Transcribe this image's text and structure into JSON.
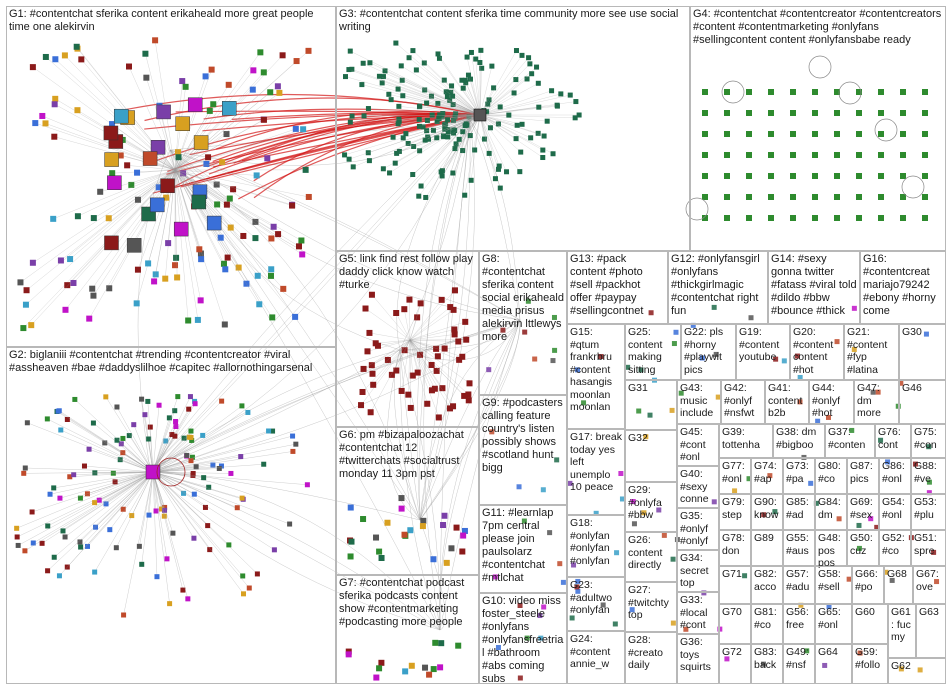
{
  "groups": [
    {
      "id": "G1",
      "label": "G1: #contentchat sferika content erikaheald more great people time one alekirvin"
    },
    {
      "id": "G2",
      "label": "G2: biglaniii #contentchat #trending #contentcreator #viral #assheaven #bae #daddyslilhoe #capitec #allornothingarsenal"
    },
    {
      "id": "G3",
      "label": "G3: #contentchat content sferika time community more see use social writing"
    },
    {
      "id": "G4",
      "label": "G4: #contentchat #contentcreator #contentcreators #content #contentmarketing #onlyfans #sellingcontent content #onlyfansbabe ready"
    },
    {
      "id": "G5",
      "label": "G5: link find rest follow play daddy click know watch #turke"
    },
    {
      "id": "G6",
      "label": "G6: pm #bizapaloozachat #contentchat 12 #twitterchats #socialtrust monday 11 3pm pst"
    },
    {
      "id": "G7",
      "label": "G7: #contentchat podcast sferika podcasts content show #contentmarketing #podcasting more people"
    },
    {
      "id": "G8",
      "label": "G8: #contentchat sferika content social erikaheald media prisus alekirvin lttlewys more"
    },
    {
      "id": "G9",
      "label": "G9: #podcasters calling feature country's listen possibly shows #scotland hunt bigg"
    },
    {
      "id": "G10",
      "label": "G10: video miss foster_steele #onlyfans #onlyfansfreetrial #bathroom #abs coming subs"
    },
    {
      "id": "G11",
      "label": "G11: #learnlap 7pm central please join paulsolarz #contentchat #mtlchat"
    },
    {
      "id": "G12",
      "label": "G12: #onlyfansgirl #onlyfans #thickgirlmagic #contentchat right fun"
    },
    {
      "id": "G13",
      "label": "G13: #pack content #photo #sell #packhot offer #paypay #sellingcontnet"
    },
    {
      "id": "G14",
      "label": "G14: #sexy gonna twitter #fatass #viral told #dildo #bbw #bounce #thick"
    },
    {
      "id": "G15",
      "label": "G15: #qtum frankrbru #content hasangis moonlan moonlan"
    },
    {
      "id": "G16",
      "label": "G16: #contentcreat mariajo79242 #ebony #horny come"
    },
    {
      "id": "G17",
      "label": "G17: break today yes left unemplo 10 peace"
    },
    {
      "id": "G18",
      "label": "G18: #onlyfan #onlyfan #onlyfan"
    },
    {
      "id": "G19",
      "label": "G19: #content youtube"
    },
    {
      "id": "G20",
      "label": "G20: #content content #hot"
    },
    {
      "id": "G21",
      "label": "G21: #content #fyp #latina"
    },
    {
      "id": "G22",
      "label": "G22: pls #horny #playwit pics"
    },
    {
      "id": "G23",
      "label": "G23: #adultwo #onlyfan"
    },
    {
      "id": "G24",
      "label": "G24: #content annie_w"
    },
    {
      "id": "G25",
      "label": "G25: content making sitting"
    },
    {
      "id": "G26",
      "label": "G26: content directly"
    },
    {
      "id": "G27",
      "label": "G27: #twitchty top"
    },
    {
      "id": "G28",
      "label": "G28: #creato daily"
    },
    {
      "id": "G29",
      "label": "G29: #onlyfa #bbw"
    },
    {
      "id": "G30",
      "label": "G30"
    },
    {
      "id": "G31",
      "label": "G31"
    },
    {
      "id": "G32",
      "label": "G32"
    },
    {
      "id": "G33",
      "label": "G33: #local #cont"
    },
    {
      "id": "G34",
      "label": "G34: secret top"
    },
    {
      "id": "G35",
      "label": "G35: #onlyf #onlyf"
    },
    {
      "id": "G36",
      "label": "G36: toys squirts"
    },
    {
      "id": "G37",
      "label": "G37: #conten"
    },
    {
      "id": "G38",
      "label": "G38: dm #bigboo"
    },
    {
      "id": "G39",
      "label": "G39: tottenha"
    },
    {
      "id": "G40",
      "label": "G40: #sexy conne"
    },
    {
      "id": "G41",
      "label": "G41: content b2b"
    },
    {
      "id": "G42",
      "label": "G42: #onlyf #nsfwt"
    },
    {
      "id": "G43",
      "label": "G43: music include"
    },
    {
      "id": "G44",
      "label": "G44: #onlyf #hot"
    },
    {
      "id": "G45",
      "label": "G45: #cont #onl"
    },
    {
      "id": "G46",
      "label": "G46"
    },
    {
      "id": "G47",
      "label": "G47: dm more"
    },
    {
      "id": "G48",
      "label": "G48: pos pos"
    },
    {
      "id": "G49",
      "label": "G49: #nsf"
    },
    {
      "id": "G50",
      "label": "G50: cuz"
    },
    {
      "id": "G51",
      "label": "G51: spre"
    },
    {
      "id": "G52",
      "label": "G52: #co"
    },
    {
      "id": "G53",
      "label": "G53: #plu"
    },
    {
      "id": "G54",
      "label": "G54: #onl"
    },
    {
      "id": "G55",
      "label": "G55: #aus"
    },
    {
      "id": "G56",
      "label": "G56: free"
    },
    {
      "id": "G57",
      "label": "G57: #adu"
    },
    {
      "id": "G58",
      "label": "G58: #sell"
    },
    {
      "id": "G59",
      "label": "G59: #follo"
    },
    {
      "id": "G60",
      "label": "G60"
    },
    {
      "id": "G61",
      "label": "G61: fuc my"
    },
    {
      "id": "G62",
      "label": "G62"
    },
    {
      "id": "G63",
      "label": "G63"
    },
    {
      "id": "G64",
      "label": "G64"
    },
    {
      "id": "G65",
      "label": "G65: #onl"
    },
    {
      "id": "G66",
      "label": "G66: #po"
    },
    {
      "id": "G67",
      "label": "G67: ove"
    },
    {
      "id": "G68",
      "label": "G68"
    },
    {
      "id": "G69",
      "label": "G69: #sex"
    },
    {
      "id": "G70",
      "label": "G70"
    },
    {
      "id": "G71",
      "label": "G71"
    },
    {
      "id": "G72",
      "label": "G72"
    },
    {
      "id": "G73",
      "label": "G73: #pa"
    },
    {
      "id": "G74",
      "label": "G74: #ap"
    },
    {
      "id": "G75",
      "label": "G75: #con"
    },
    {
      "id": "G76",
      "label": "G76: cont"
    },
    {
      "id": "G77",
      "label": "G77: #onl"
    },
    {
      "id": "G78",
      "label": "G78: don"
    },
    {
      "id": "G79",
      "label": "G79: step"
    },
    {
      "id": "G80",
      "label": "G80: #co"
    },
    {
      "id": "G81",
      "label": "G81: #co"
    },
    {
      "id": "G82",
      "label": "G82: acco"
    },
    {
      "id": "G83",
      "label": "G83: back"
    },
    {
      "id": "G84",
      "label": "G84: dm"
    },
    {
      "id": "G85",
      "label": "G85: #ad"
    },
    {
      "id": "G86",
      "label": "G86: #onl"
    },
    {
      "id": "G87",
      "label": "G87: pics"
    },
    {
      "id": "G88",
      "label": "G88: #ve"
    },
    {
      "id": "G89",
      "label": "G89"
    },
    {
      "id": "G90",
      "label": "G90: know"
    }
  ],
  "colors": {
    "panel_border": "#b8b8b8",
    "edge": "#9a9a9a",
    "highlight_edge": "#d21414",
    "g2_hub": "#c012c8",
    "g3_nodes": "#1e6b4a",
    "g4_nodes": "#2e8b2e",
    "g5_nodes": "#8b1a1a",
    "text": "#1a1a1a"
  }
}
